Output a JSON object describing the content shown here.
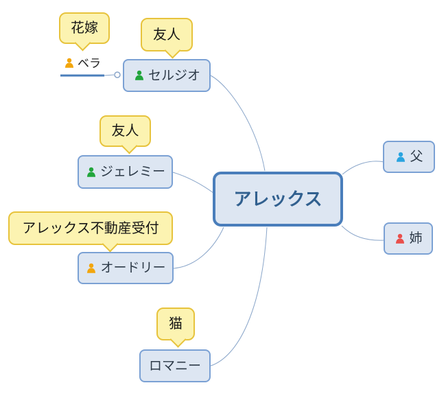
{
  "diagram": {
    "central_topic": {
      "label": "アレックス"
    },
    "topics": [
      {
        "label": "セルジオ",
        "marker": "person-green",
        "callout": "友人"
      },
      {
        "label": "ジェレミー",
        "marker": "person-green",
        "callout": "友人"
      },
      {
        "label": "オードリー",
        "marker": "person-orange",
        "callout": "アレックス不動産受付"
      },
      {
        "label": "ロマニー",
        "marker": "none",
        "callout": "猫"
      },
      {
        "label": "父",
        "marker": "person-blue",
        "callout": ""
      },
      {
        "label": "姉",
        "marker": "person-red",
        "callout": ""
      }
    ],
    "floating_topic": {
      "label": "ベラ",
      "marker": "person-orange",
      "callout": "花嫁"
    }
  },
  "colors": {
    "background": "#ffffff",
    "node_fill": "#dde6f2",
    "node_border": "#7ba1d4",
    "node_text": "#2d3a48",
    "central_border": "#4a7ebb",
    "central_text": "#31608f",
    "callout_fill": "#fcf3b1",
    "callout_border": "#e7c33c",
    "callout_text": "#161616",
    "connector": "#89a5c9",
    "underline": "#4a7ebb",
    "icon_green": "#22a53c",
    "icon_blue": "#29a4e0",
    "icon_red": "#e94f4b",
    "icon_orange": "#f2a60d"
  }
}
